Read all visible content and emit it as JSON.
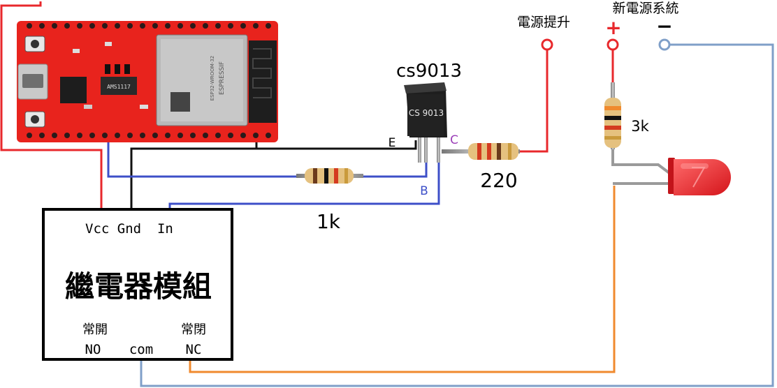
{
  "labels": {
    "transistor_name": "cs9013",
    "transistor_marking": "CS 9013",
    "pin_e": "E",
    "pin_b": "B",
    "pin_c": "C",
    "res_base": "1k",
    "res_collector": "220",
    "res_led": "3k",
    "power_boost": "電源提升",
    "new_power": "新電源系統",
    "plus": "+",
    "minus": "−"
  },
  "relay": {
    "title": "繼電器模組",
    "pins_top": "Vcc Gnd  In",
    "no_cn": "常開",
    "no": "NO",
    "com": "com",
    "nc_cn": "常閉",
    "nc": "NC"
  },
  "board": {
    "module_brand": "ESPRESSIF",
    "module_model": "ESP32-WROOM-32",
    "regulator": "AMS1117"
  },
  "colors": {
    "red_wire": "#e8282c",
    "black_wire": "#111111",
    "blue_wire": "#3d4fc8",
    "orange_wire": "#f08a2e",
    "lightblue_wire": "#7f9fc8",
    "pcb": "#e8231d",
    "purple_label": "#9b3fb8",
    "blue_label": "#3d4fc8"
  }
}
